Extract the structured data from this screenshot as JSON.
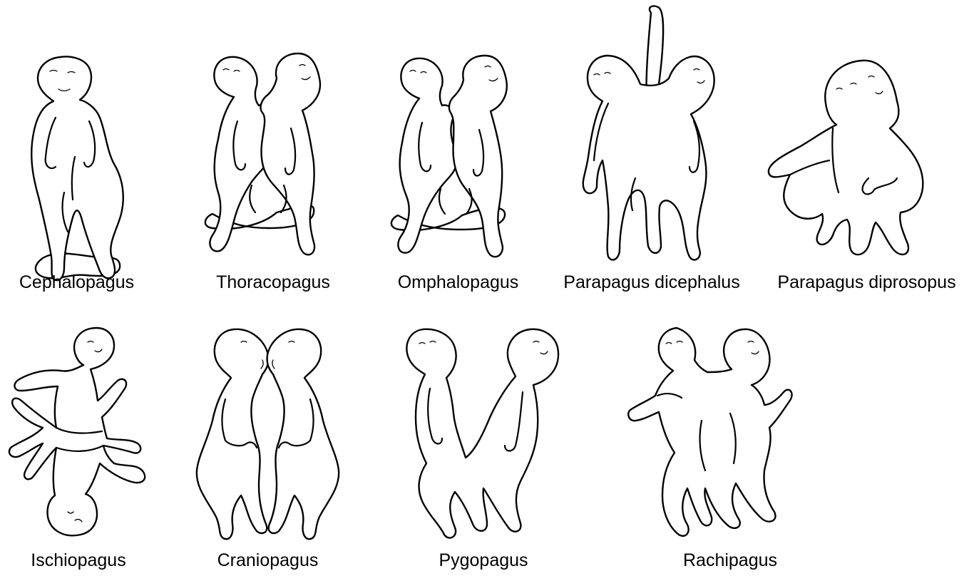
{
  "figure": {
    "colors": {
      "line": "#000000",
      "fill": "#ffffff",
      "background": "#ffffff"
    },
    "rows": [
      {
        "panels": [
          {
            "label": "Cephalopagus"
          },
          {
            "label": "Thoracopagus"
          },
          {
            "label": "Omphalopagus"
          },
          {
            "label": "Parapagus dicephalus"
          },
          {
            "label": "Parapagus diprosopus"
          }
        ]
      },
      {
        "panels": [
          {
            "label": "Ischiopagus"
          },
          {
            "label": "Craniopagus"
          },
          {
            "label": "Pygopagus"
          },
          {
            "label": "Rachipagus"
          }
        ]
      }
    ]
  }
}
